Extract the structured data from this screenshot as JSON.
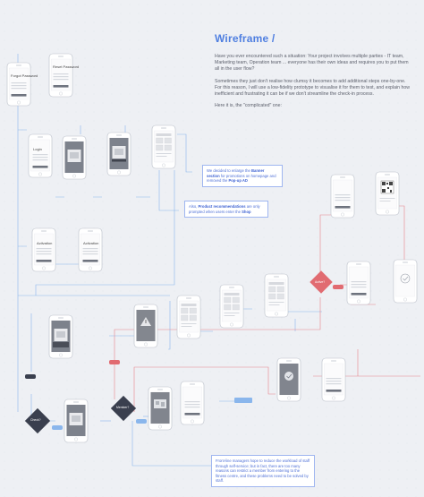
{
  "title": "Wireframe /",
  "paragraphs": [
    "Have you ever encountered such a situation: Your project involves multiple parties - IT team, Marketing team, Operation team ... everyone has their own ideas and requires you to put them all in the user flow?",
    "Sometimes they just don't realise how clumsy it becomes to add additional steps one-by-one. For this reason, I will use a low-fidelity prototype to visualise it for them to test, and explain how inefficient and frustrating it can be if we don't streamline the check-in process.",
    "Here it is, the \"complicated\" one:"
  ],
  "notes": {
    "banner": {
      "pre": "We decided to enlarge the ",
      "bold1": "Banner section",
      "mid": " for promotions on homepage and removed the ",
      "bold2": "Pop-up AD"
    },
    "product": {
      "pre": "Also, ",
      "bold1": "Product recommendations",
      "mid": " are only prompted when users enter the ",
      "bold2": "Shop"
    },
    "staff": "Front-line managers hope to reduce the workload of staff through self-service; but in fact, there are too many reasons can restrict a member from entering to the fitness centre, and these problems need to be solved by staff."
  },
  "screen_texts": {
    "forgot_password": "Forgot Password",
    "reset_password": "Reset Password",
    "login": "Login",
    "activation": "Activation",
    "activation2": "Activation"
  },
  "colors": {
    "accent": "#4f7fe0",
    "flow_blue": "#8ab6ec",
    "flow_red": "#e8838a",
    "decision_red": "#e16b71",
    "decision_dark": "#3a3f4e"
  }
}
